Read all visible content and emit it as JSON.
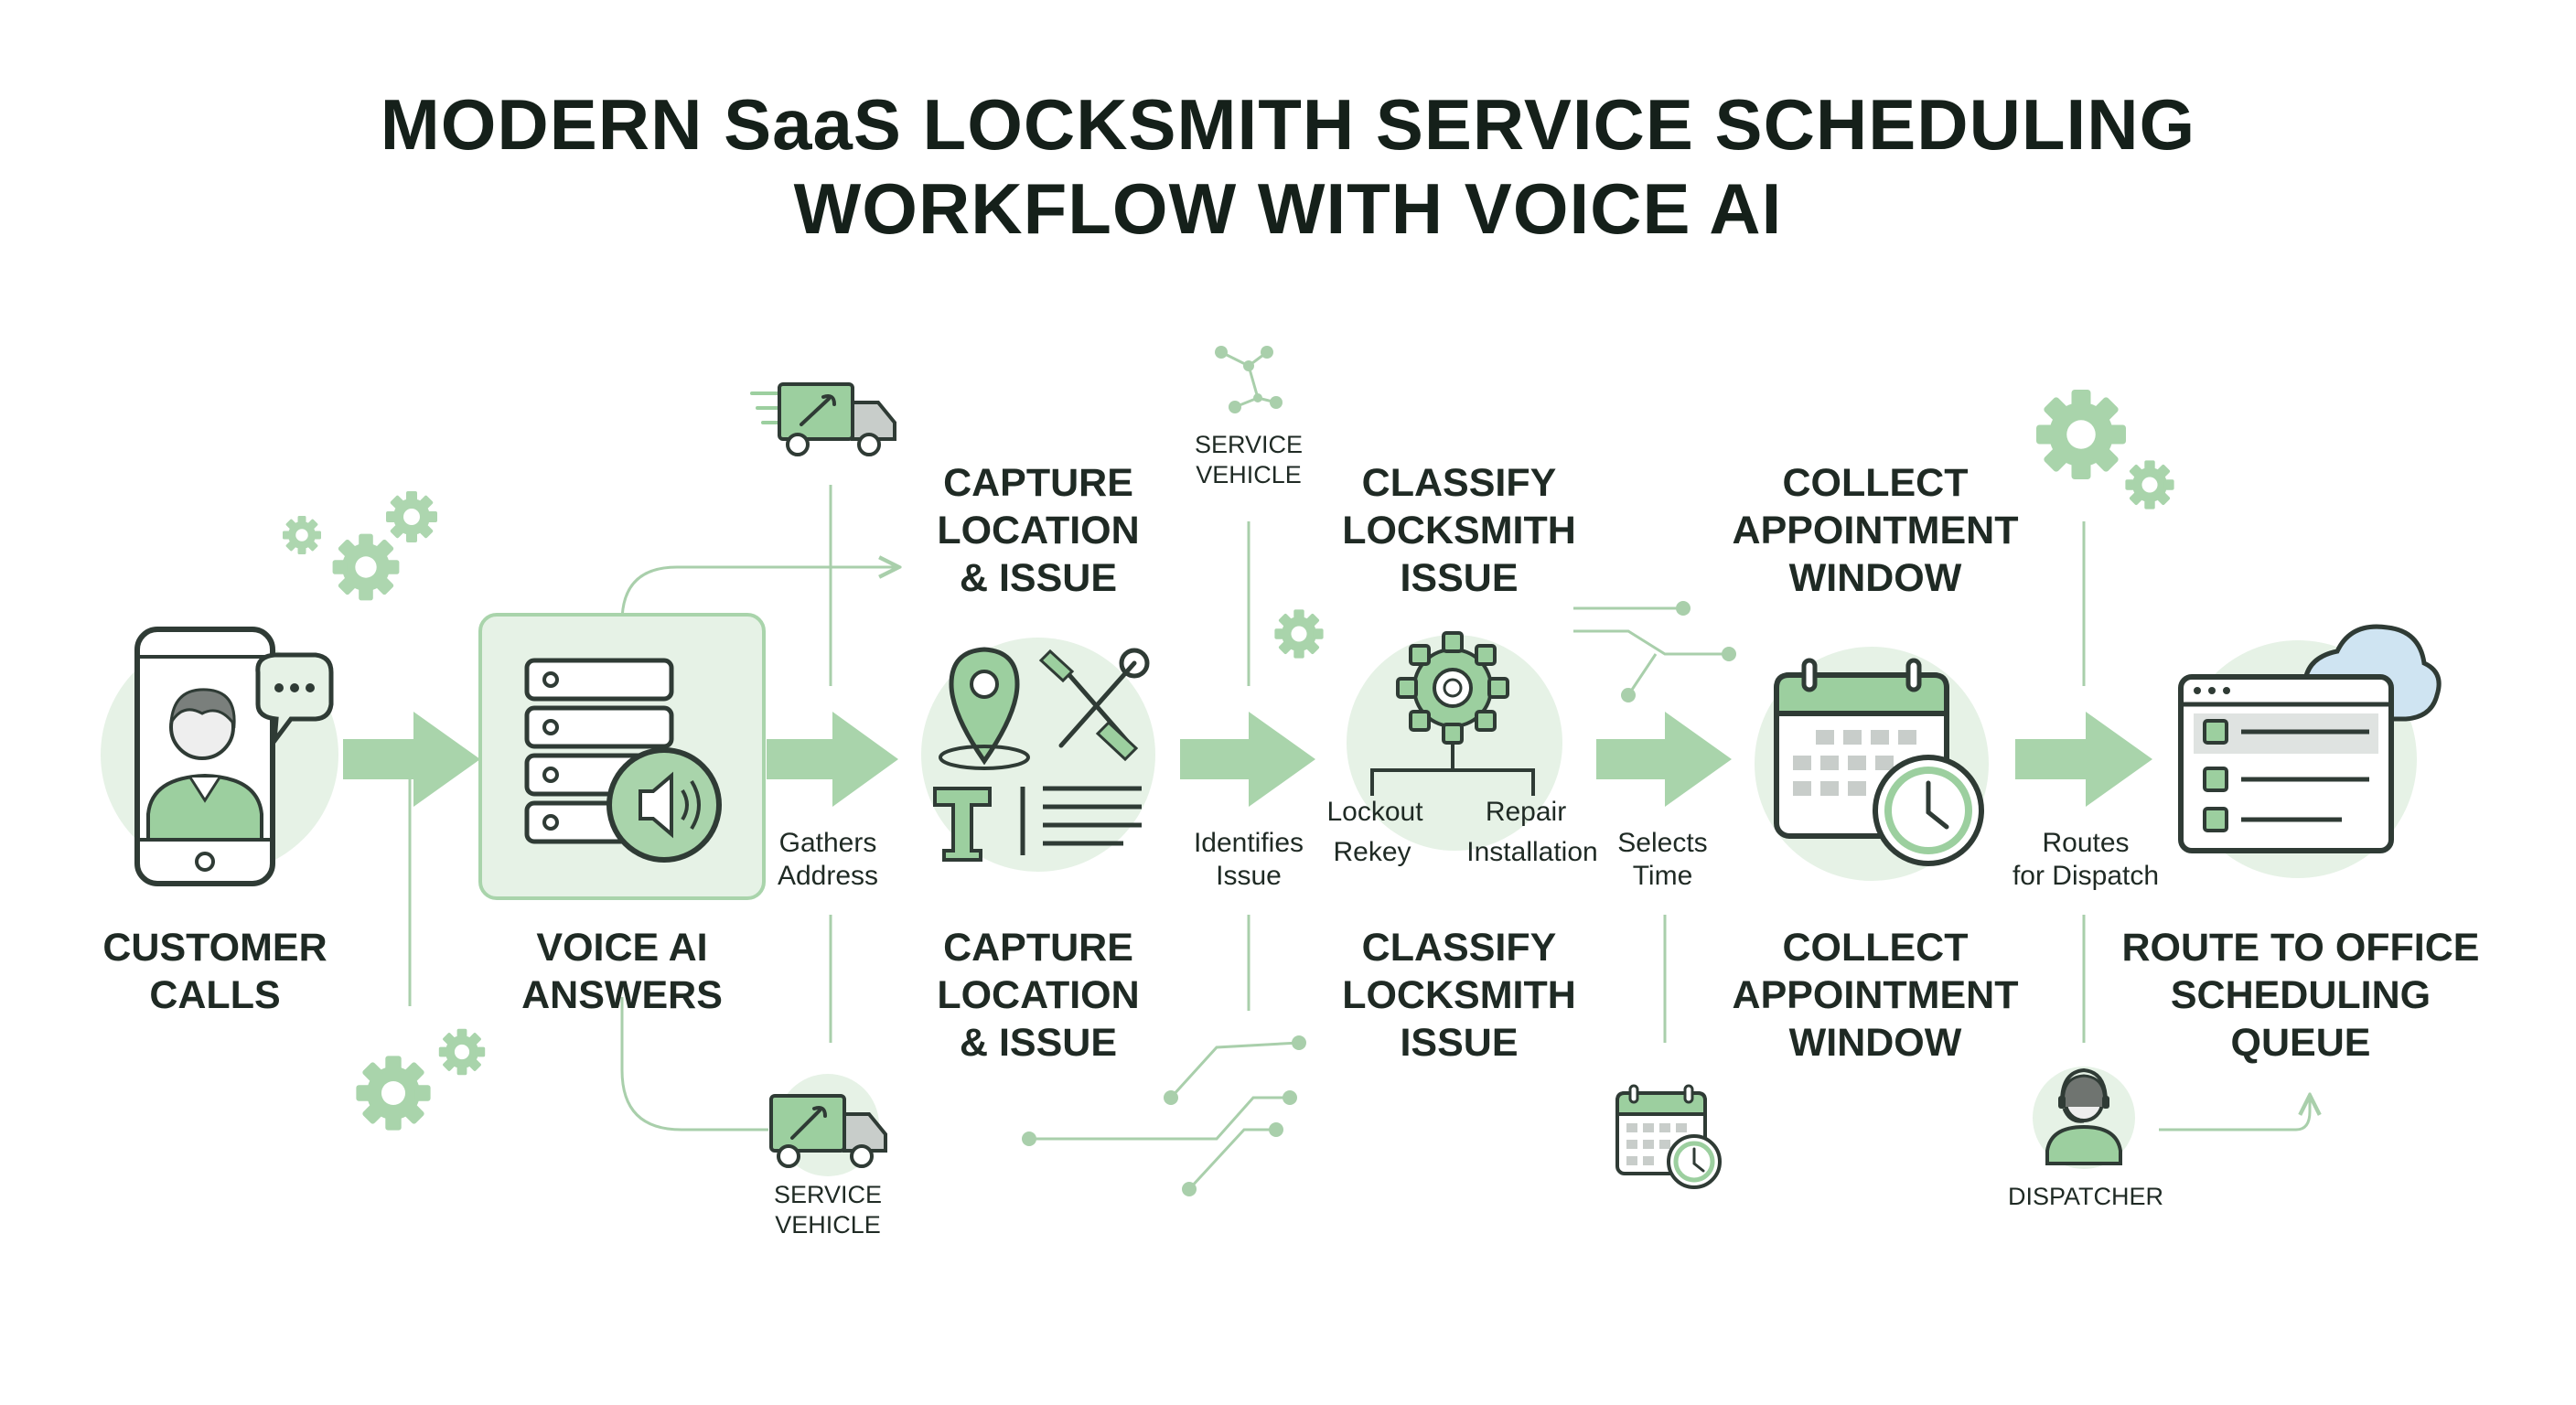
{
  "title": {
    "line1": "MODERN SaaS LOCKSMITH SERVICE SCHEDULING",
    "line2": "WORKFLOW WITH VOICE AI"
  },
  "colors": {
    "accent": "#7fbf86",
    "accent_light": "#e6f2e6",
    "accent_mid": "#a9d4ab",
    "stroke": "#2f3b35",
    "line": "#a9cfab",
    "cloud": "#cfe4f2"
  },
  "stages": [
    {
      "top": "",
      "bottom": "CUSTOMER\nCALLS",
      "icon": "phone-caller-icon"
    },
    {
      "top": "",
      "bottom": "VOICE AI\nANSWERS",
      "icon": "server-speaker-icon"
    },
    {
      "top": "CAPTURE\nLOCATION\n& ISSUE",
      "bottom": "CAPTURE\nLOCATION\n& ISSUE",
      "icon": "location-tools-icon"
    },
    {
      "top": "CLASSIFY\nLOCKSMITH\nISSUE",
      "bottom": "CLASSIFY\nLOCKSMITH\nISSUE",
      "icon": "gear-tree-icon"
    },
    {
      "top": "COLLECT\nAPPOINTMENT\nWINDOW",
      "bottom": "COLLECT\nAPPOINTMENT\nWINDOW",
      "icon": "calendar-clock-icon"
    },
    {
      "top": "",
      "bottom": "ROUTE TO OFFICE\nSCHEDULING\nQUEUE",
      "icon": "browser-cloud-icon"
    }
  ],
  "arrow_labels": {
    "gathers": "Gathers\nAddress",
    "identifies": "Identifies\nIssue",
    "selects": "Selects\nTime",
    "routes": "Routes\nfor Dispatch"
  },
  "classify_branches": {
    "lockout": "Lockout",
    "rekey": "Rekey",
    "repair": "Repair",
    "installation": "Installation"
  },
  "annotations": {
    "service_vehicle_top": "SERVICE\nVEHICLE",
    "service_vehicle_bottom": "SERVICE\nVEHICLE",
    "dispatcher": "DISPATCHER"
  }
}
